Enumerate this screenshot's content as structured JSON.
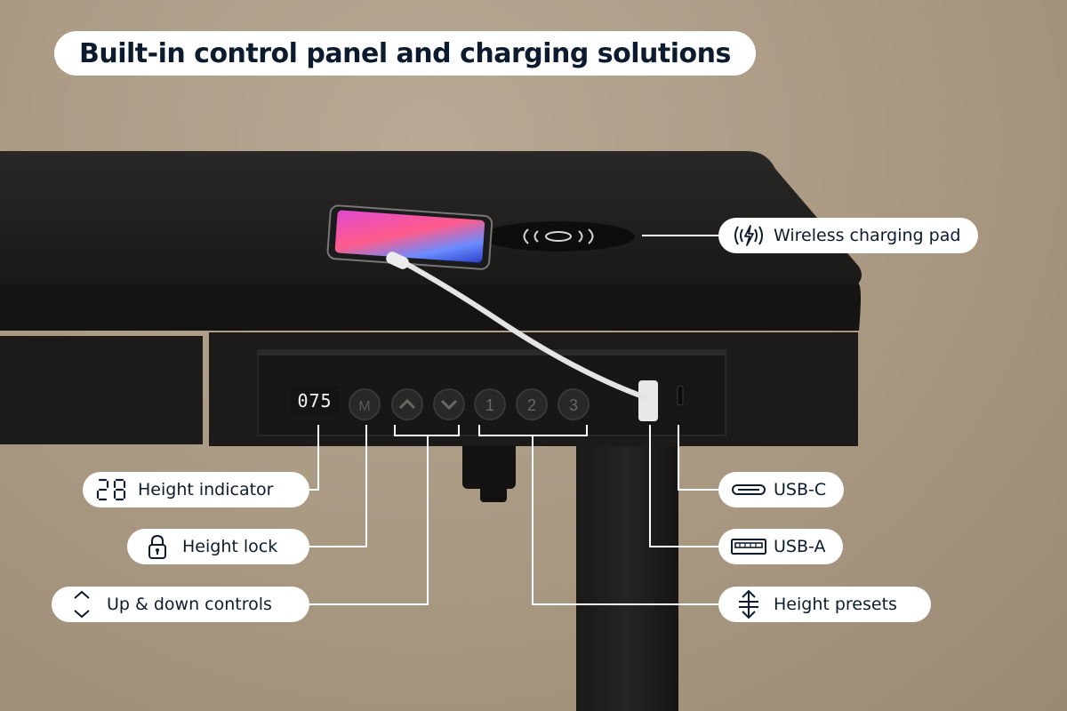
{
  "title": "Built-in control panel and charging solutions",
  "display_readout": "075",
  "button_labels": {
    "memory": "M",
    "preset_1": "1",
    "preset_2": "2",
    "preset_3": "3"
  },
  "callouts": {
    "wireless_charging_pad": "Wireless charging pad",
    "height_indicator": "Height indicator",
    "height_lock": "Height lock",
    "up_down_controls": "Up & down controls",
    "usb_c": "USB-C",
    "usb_a": "USB-A",
    "height_presets": "Height presets"
  },
  "icons": {
    "wireless_charging_pad": "wireless-charging-icon",
    "height_indicator": "segment-display-icon",
    "height_lock": "padlock-icon",
    "up_down_controls": "up-down-chevrons-icon",
    "usb_c": "usb-c-port-icon",
    "usb_a": "usb-a-port-icon",
    "height_presets": "height-arrows-icon"
  },
  "colors": {
    "background": "#a89882",
    "desk": "#1c1a18",
    "label_bg": "#ffffff",
    "label_text": "#0d1b2e",
    "display_glow": "#f4f4f4"
  }
}
